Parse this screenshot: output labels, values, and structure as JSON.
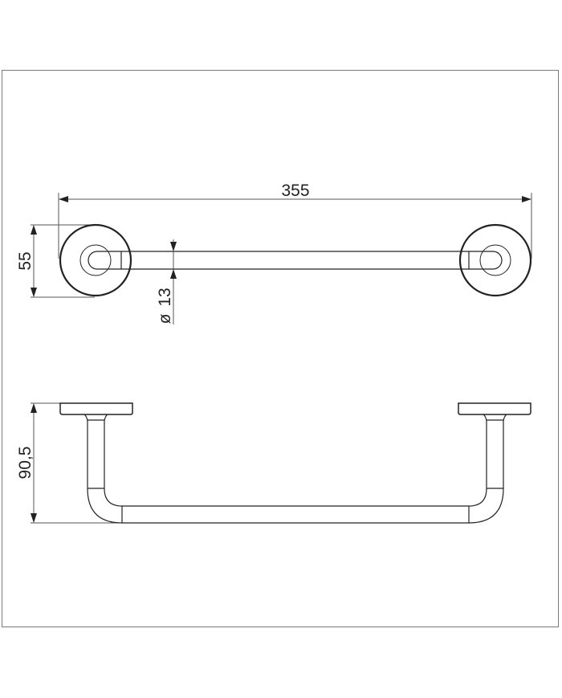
{
  "drawing": {
    "subject": "towel bar technical drawing",
    "views": [
      "top view",
      "side view"
    ],
    "dimensions": {
      "overall_length": "355",
      "rosette_diameter": "55",
      "bar_diameter_symbol": "ø",
      "bar_diameter": "13",
      "projection_depth": "90,5"
    },
    "colors": {
      "line": "#222222",
      "dimension_line": "#555555",
      "frame": "#7a7a7a"
    }
  }
}
